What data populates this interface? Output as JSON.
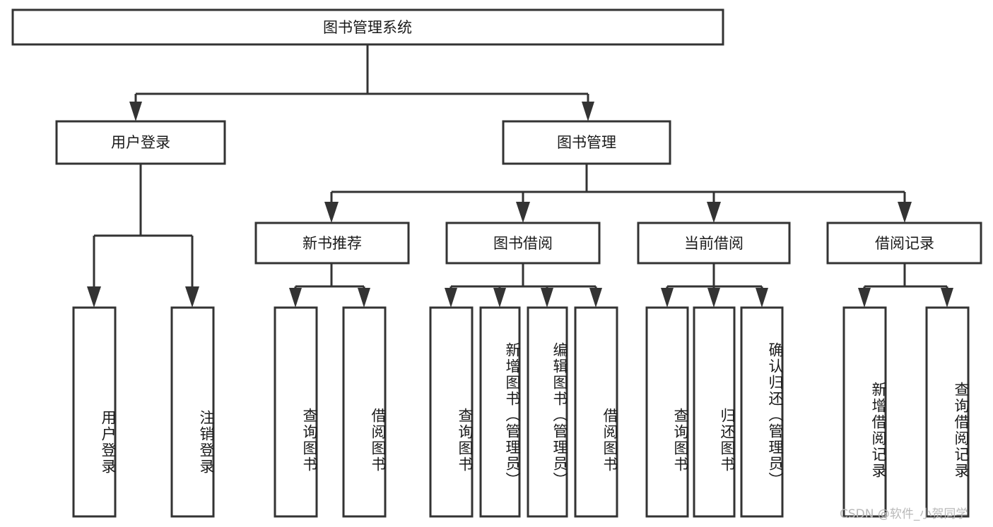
{
  "diagram": {
    "type": "tree-hierarchy",
    "title": "图书管理系统",
    "root": {
      "id": "root",
      "label": "图书管理系统"
    },
    "level1": [
      {
        "id": "user-login",
        "label": "用户登录"
      },
      {
        "id": "book-management",
        "label": "图书管理"
      }
    ],
    "level2": [
      {
        "id": "new-book-recommend",
        "label": "新书推荐",
        "parent": "book-management"
      },
      {
        "id": "book-borrow",
        "label": "图书借阅",
        "parent": "book-management"
      },
      {
        "id": "current-borrow",
        "label": "当前借阅",
        "parent": "book-management"
      },
      {
        "id": "borrow-record",
        "label": "借阅记录",
        "parent": "book-management"
      }
    ],
    "leaves": {
      "user-login": [
        {
          "id": "leaf-user-login",
          "label": "用户登录"
        },
        {
          "id": "leaf-user-logout",
          "label": "注销登录"
        }
      ],
      "new-book-recommend": [
        {
          "id": "leaf-query-book-1",
          "label": "查询图书"
        },
        {
          "id": "leaf-borrow-book-1",
          "label": "借阅图书"
        }
      ],
      "book-borrow": [
        {
          "id": "leaf-query-book-2",
          "label": "查询图书"
        },
        {
          "id": "leaf-add-book",
          "label": "新增图书（管理员）"
        },
        {
          "id": "leaf-edit-book",
          "label": "编辑图书（管理员）"
        },
        {
          "id": "leaf-borrow-book-2",
          "label": "借阅图书"
        }
      ],
      "current-borrow": [
        {
          "id": "leaf-query-book-3",
          "label": "查询图书"
        },
        {
          "id": "leaf-return-book",
          "label": "归还图书"
        },
        {
          "id": "leaf-confirm-return",
          "label": "确认归还（管理员）"
        }
      ],
      "borrow-record": [
        {
          "id": "leaf-add-record",
          "label": "新增借阅记录"
        },
        {
          "id": "leaf-query-record",
          "label": "查询借阅记录"
        }
      ]
    }
  },
  "watermark": {
    "text": "CSDN @软件_小贺同学"
  },
  "colors": {
    "box_stroke": "#333333",
    "box_fill": "#ffffff",
    "text": "#1a1a1a",
    "watermark": "#b9b9b9",
    "background": "#ffffff"
  }
}
